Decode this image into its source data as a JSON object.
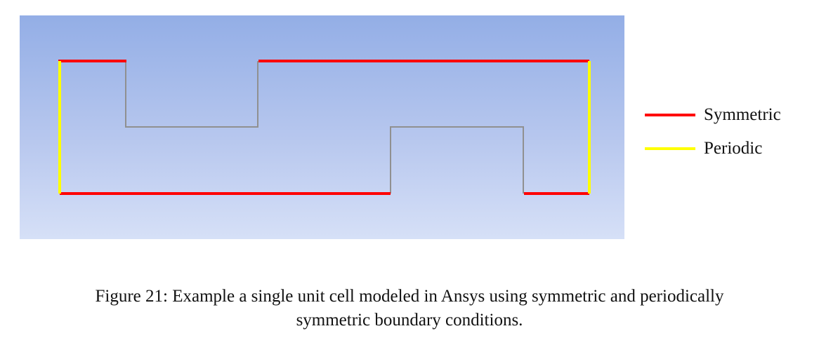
{
  "colors": {
    "symmetric": "#ff0000",
    "periodic": "#ffff00",
    "outline": "#909090"
  },
  "legend": [
    {
      "label": "Symmetric",
      "color": "#ff0000"
    },
    {
      "label": "Periodic",
      "color": "#ffff00"
    }
  ],
  "caption": {
    "line1": "Figure 21: Example a single unit cell modeled in Ansys using symmetric and periodically",
    "line2": "symmetric boundary conditions."
  }
}
